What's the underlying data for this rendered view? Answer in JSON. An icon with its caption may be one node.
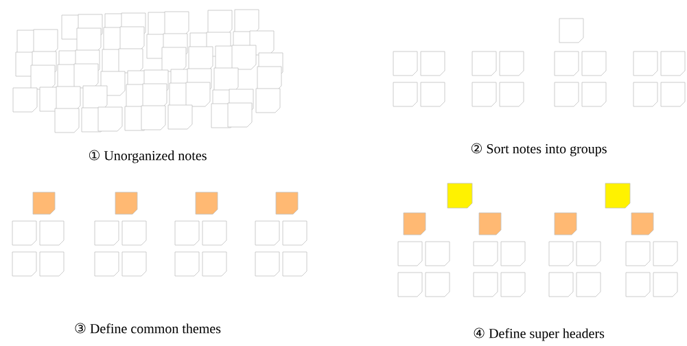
{
  "diagram": {
    "labels": [
      "① Unorganized notes",
      "② Sort notes into groups",
      "③ Define common themes",
      "④ Define super headers"
    ]
  }
}
